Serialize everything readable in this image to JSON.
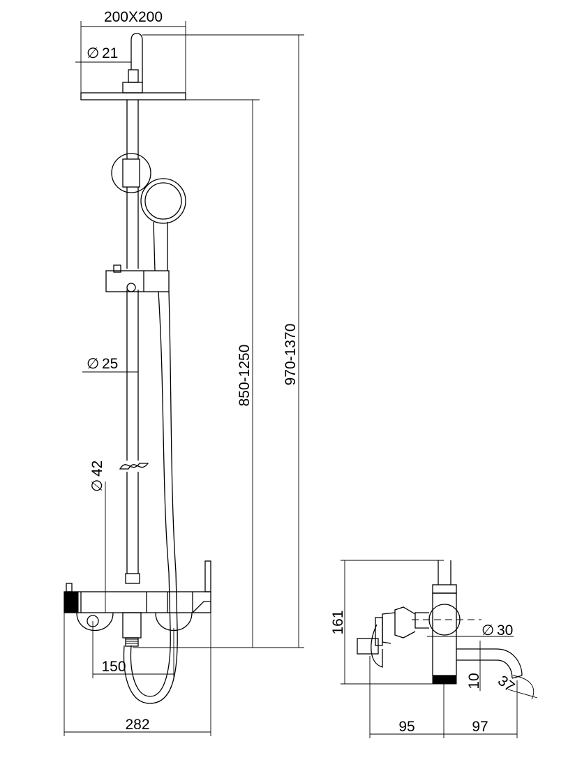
{
  "dimensions": {
    "head_size": "200X200",
    "arm_diameter": "21",
    "rail_diameter": "25",
    "body_diameter": "42",
    "rail_height": "850-1250",
    "total_height": "970-1370",
    "inlet_spacing": "150",
    "body_width": "282",
    "side_height": "161",
    "spout_diameter": "30",
    "spout_offset": "10",
    "spout_angle": "37",
    "side_depth": "95",
    "spout_reach": "97"
  },
  "symbols": {
    "diameter": "∅"
  },
  "colors": {
    "line": "#000000",
    "background": "#ffffff"
  }
}
